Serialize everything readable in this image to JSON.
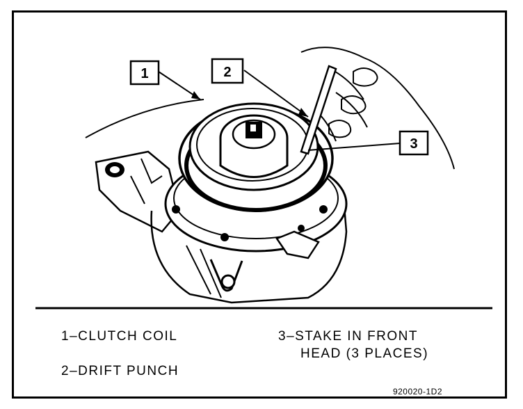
{
  "figure": {
    "callouts": [
      "1",
      "2",
      "3"
    ],
    "legend": {
      "item1": "1–CLUTCH COIL",
      "item2": "2–DRIFT PUNCH",
      "item3_line1": "3–STAKE IN FRONT",
      "item3_line2": "HEAD (3 PLACES)"
    },
    "figure_id": "920020-1D2"
  }
}
